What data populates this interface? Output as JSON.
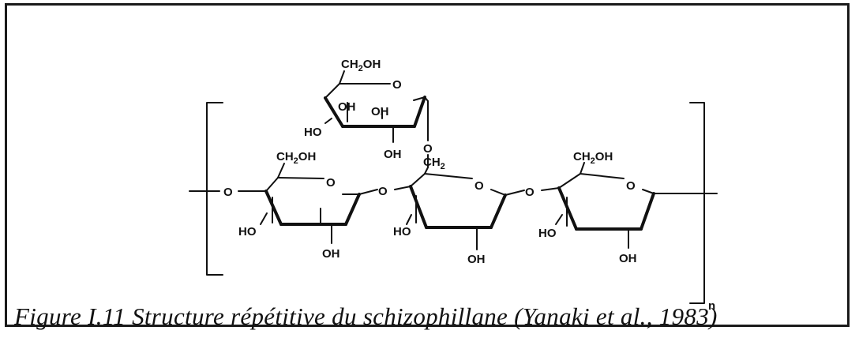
{
  "figure": {
    "caption": "Figure I.11 Structure répétitive du schizophillane (Yanaki et al., 1983)",
    "repeat_index": "n"
  },
  "atoms": {
    "ch2oh_base": "CH",
    "ch2oh_sub": "2",
    "ch2oh_tail": "OH",
    "ch2_base": "CH",
    "ch2_sub": "2",
    "oxygen": "O",
    "hydroxyl": "OH",
    "hydroxyl_left": "HO"
  }
}
